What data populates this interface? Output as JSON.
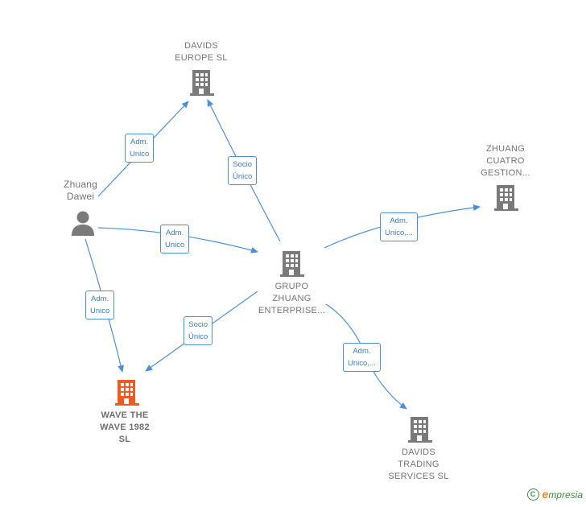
{
  "colors": {
    "edge": "#4a90d9",
    "company": "#7a7a7a",
    "focus_company": "#f05a24",
    "person": "#7a7a7a"
  },
  "nodes": {
    "davids_europe": {
      "line1": "DAVIDS",
      "line2": "EUROPE  SL",
      "icon": "building-icon"
    },
    "zhuang_cuatro": {
      "line1": "ZHUANG",
      "line2": "CUATRO",
      "line3": "GESTION...",
      "icon": "building-icon"
    },
    "zhuang_dawei": {
      "line1": "Zhuang",
      "line2": "Dawei",
      "icon": "person-icon"
    },
    "grupo_zhuang": {
      "line1": "GRUPO",
      "line2": "ZHUANG",
      "line3": "ENTERPRISE...",
      "icon": "building-icon"
    },
    "wave": {
      "line1": "WAVE THE",
      "line2": "WAVE 1982",
      "line3": "SL",
      "icon": "building-icon"
    },
    "davids_trading": {
      "line1": "DAVIDS",
      "line2": "TRADING",
      "line3": "SERVICES  SL",
      "icon": "building-icon"
    }
  },
  "edges": {
    "dawei_to_europe": {
      "line1": "Adm.",
      "line2": "Unico"
    },
    "grupo_to_europe": {
      "line1": "Socio",
      "line2": "Único"
    },
    "grupo_to_cuatro": {
      "line1": "Adm.",
      "line2": "Unico,..."
    },
    "dawei_to_grupo": {
      "line1": "Adm.",
      "line2": "Unico"
    },
    "dawei_to_wave": {
      "line1": "Adm.",
      "line2": "Unico"
    },
    "grupo_to_wave": {
      "line1": "Socio",
      "line2": "Único"
    },
    "grupo_to_trading": {
      "line1": "Adm.",
      "line2": "Unico,..."
    }
  },
  "brand": {
    "copyright": "C",
    "initial": "e",
    "name": "mpresia"
  }
}
